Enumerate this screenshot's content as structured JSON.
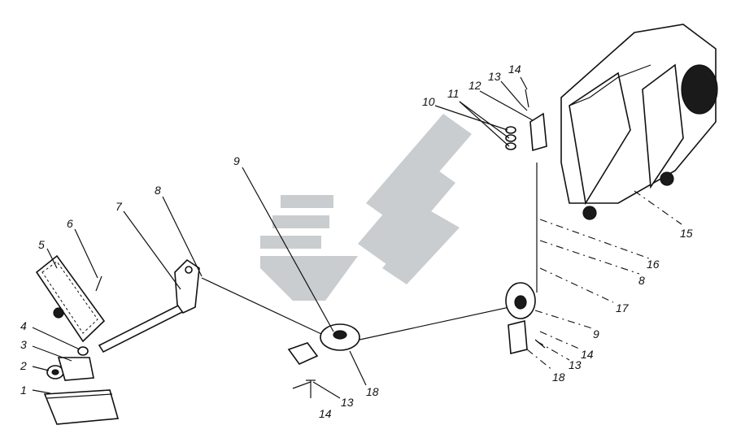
{
  "diagram": {
    "labels": [
      {
        "id": "1",
        "text": "1"
      },
      {
        "id": "2",
        "text": "2"
      },
      {
        "id": "3",
        "text": "3"
      },
      {
        "id": "4",
        "text": "4"
      },
      {
        "id": "5",
        "text": "5"
      },
      {
        "id": "6",
        "text": "6"
      },
      {
        "id": "7",
        "text": "7"
      },
      {
        "id": "8a",
        "text": "8"
      },
      {
        "id": "9a",
        "text": "9"
      },
      {
        "id": "10",
        "text": "10"
      },
      {
        "id": "11",
        "text": "11"
      },
      {
        "id": "12",
        "text": "12"
      },
      {
        "id": "13a",
        "text": "13"
      },
      {
        "id": "14a",
        "text": "14"
      },
      {
        "id": "15",
        "text": "15"
      },
      {
        "id": "16",
        "text": "16"
      },
      {
        "id": "8b",
        "text": "8"
      },
      {
        "id": "17",
        "text": "17"
      },
      {
        "id": "9b",
        "text": "9"
      },
      {
        "id": "14b",
        "text": "14"
      },
      {
        "id": "13b",
        "text": "13"
      },
      {
        "id": "18a",
        "text": "18"
      },
      {
        "id": "18b",
        "text": "18"
      },
      {
        "id": "13c",
        "text": "13"
      },
      {
        "id": "14c",
        "text": "14"
      }
    ],
    "colors": {
      "ink": "#111111",
      "watermark": "#c9cdcf",
      "background": "#ffffff"
    },
    "watermark_icon": "stylized-emblem-logo"
  }
}
